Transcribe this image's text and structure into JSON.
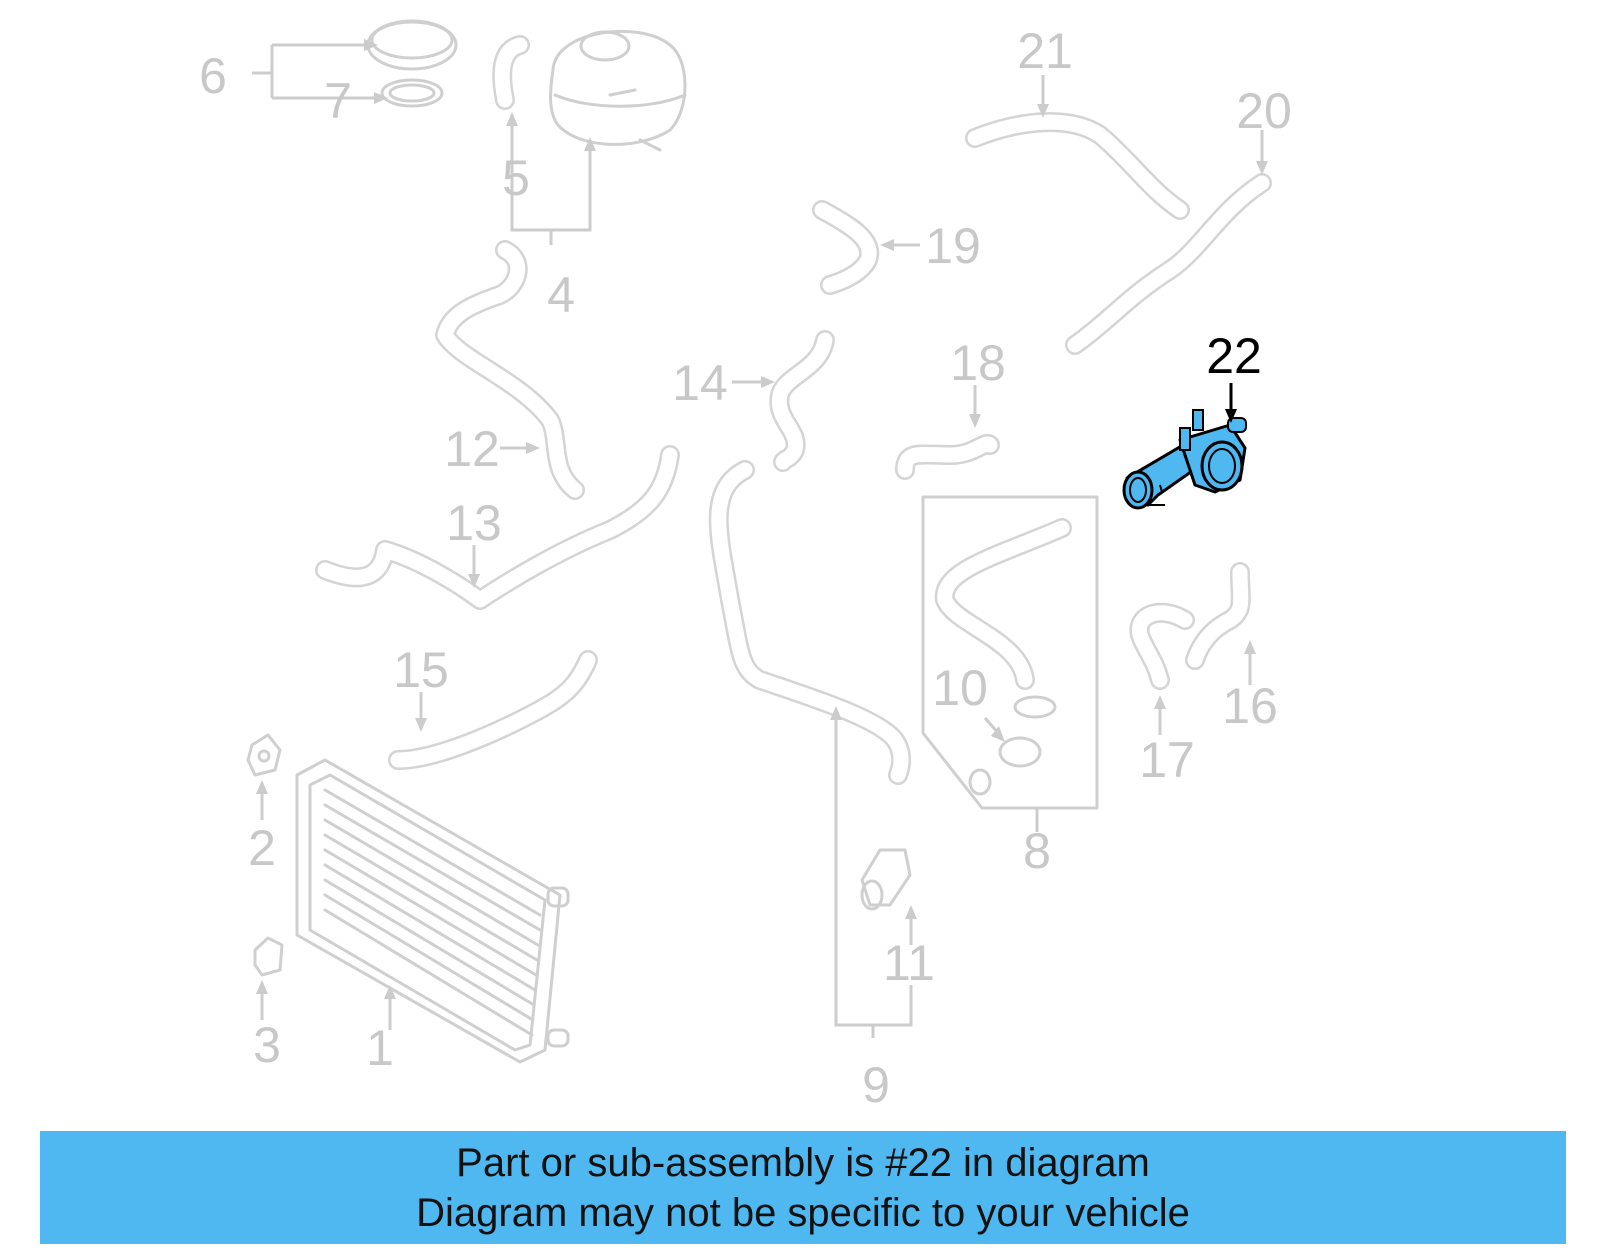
{
  "diagram": {
    "callouts": [
      {
        "id": "1",
        "label": "1"
      },
      {
        "id": "2",
        "label": "2"
      },
      {
        "id": "3",
        "label": "3"
      },
      {
        "id": "4",
        "label": "4"
      },
      {
        "id": "5",
        "label": "5"
      },
      {
        "id": "6",
        "label": "6"
      },
      {
        "id": "7",
        "label": "7"
      },
      {
        "id": "8",
        "label": "8"
      },
      {
        "id": "9",
        "label": "9"
      },
      {
        "id": "10",
        "label": "10"
      },
      {
        "id": "11",
        "label": "11"
      },
      {
        "id": "12",
        "label": "12"
      },
      {
        "id": "13",
        "label": "13"
      },
      {
        "id": "14",
        "label": "14"
      },
      {
        "id": "15",
        "label": "15"
      },
      {
        "id": "16",
        "label": "16"
      },
      {
        "id": "17",
        "label": "17"
      },
      {
        "id": "18",
        "label": "18"
      },
      {
        "id": "19",
        "label": "19"
      },
      {
        "id": "20",
        "label": "20"
      },
      {
        "id": "21",
        "label": "21"
      },
      {
        "id": "22",
        "label": "22"
      }
    ],
    "highlighted_part": "22",
    "colors": {
      "highlight_fill": "#4fb8f0",
      "banner": "#4fb8f0",
      "greyed_parts": "#cfcfcf"
    }
  },
  "banner": {
    "line1": "Part or sub-assembly is #22 in diagram",
    "line2": "Diagram may not be specific to your vehicle"
  }
}
